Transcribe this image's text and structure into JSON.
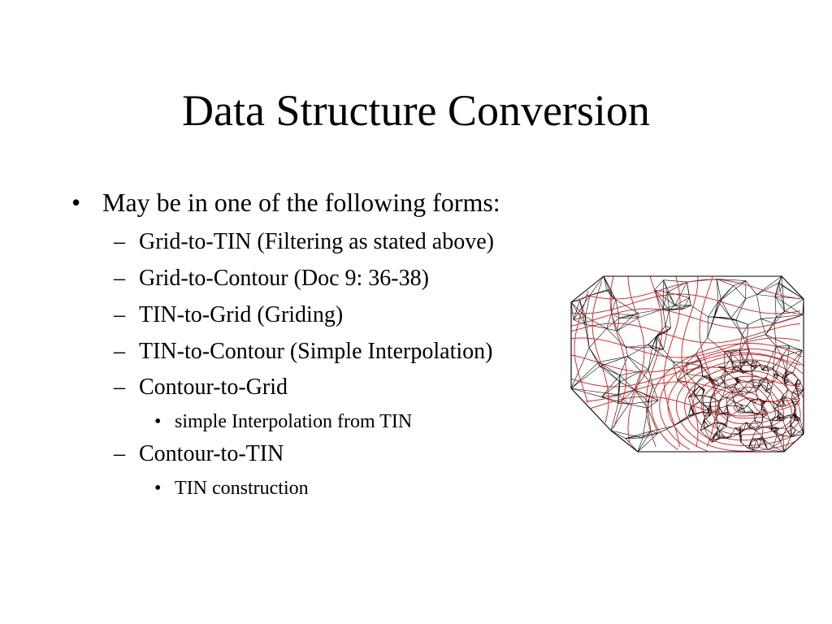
{
  "slide": {
    "title": "Data Structure Conversion",
    "bullet_marker": "•",
    "dash_marker": "–",
    "level1": {
      "text": "May be in one of the following forms:"
    },
    "items": [
      {
        "text": "Grid-to-TIN (Filtering as stated above)"
      },
      {
        "text": "Grid-to-Contour (Doc 9: 36-38)"
      },
      {
        "text": "TIN-to-Grid (Griding)"
      },
      {
        "text": "TIN-to-Contour (Simple Interpolation)"
      },
      {
        "text": "Contour-to-Grid",
        "sub": "simple Interpolation from TIN"
      },
      {
        "text": "Contour-to-TIN",
        "sub": "TIN construction"
      }
    ]
  },
  "figure": {
    "edge_color": "#000000",
    "contour_color": "#d21a1a"
  }
}
